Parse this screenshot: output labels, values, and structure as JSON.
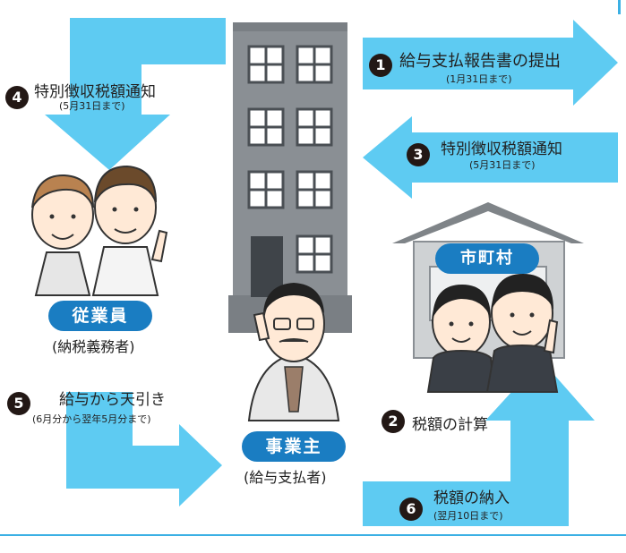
{
  "steps": [
    {
      "num": "1",
      "title": "給与支払報告書の提出",
      "sub": "(1月31日まで)"
    },
    {
      "num": "2",
      "title": "税額の計算"
    },
    {
      "num": "3",
      "title": "特別徴収税額通知",
      "sub": "(5月31日まで)"
    },
    {
      "num": "4",
      "title": "特別徴収税額通知",
      "sub": "(5月31日まで)"
    },
    {
      "num": "5",
      "title": "給与から天引き",
      "sub": "(6月分から翌年5月分まで)"
    },
    {
      "num": "6",
      "title": "税額の納入",
      "sub": "(翌月10日まで)"
    }
  ],
  "roles": {
    "employee": {
      "name": "従業員",
      "desc": "(納税義務者)"
    },
    "employer": {
      "name": "事業主",
      "desc": "(給与支払者)"
    },
    "municipality": {
      "name": "市町村"
    }
  },
  "colors": {
    "arrow": "#5ecbf2",
    "pill": "#1a7dc2",
    "building": "#8a8f94",
    "number_badge": "#231815",
    "rule": "#3bb0e4"
  }
}
